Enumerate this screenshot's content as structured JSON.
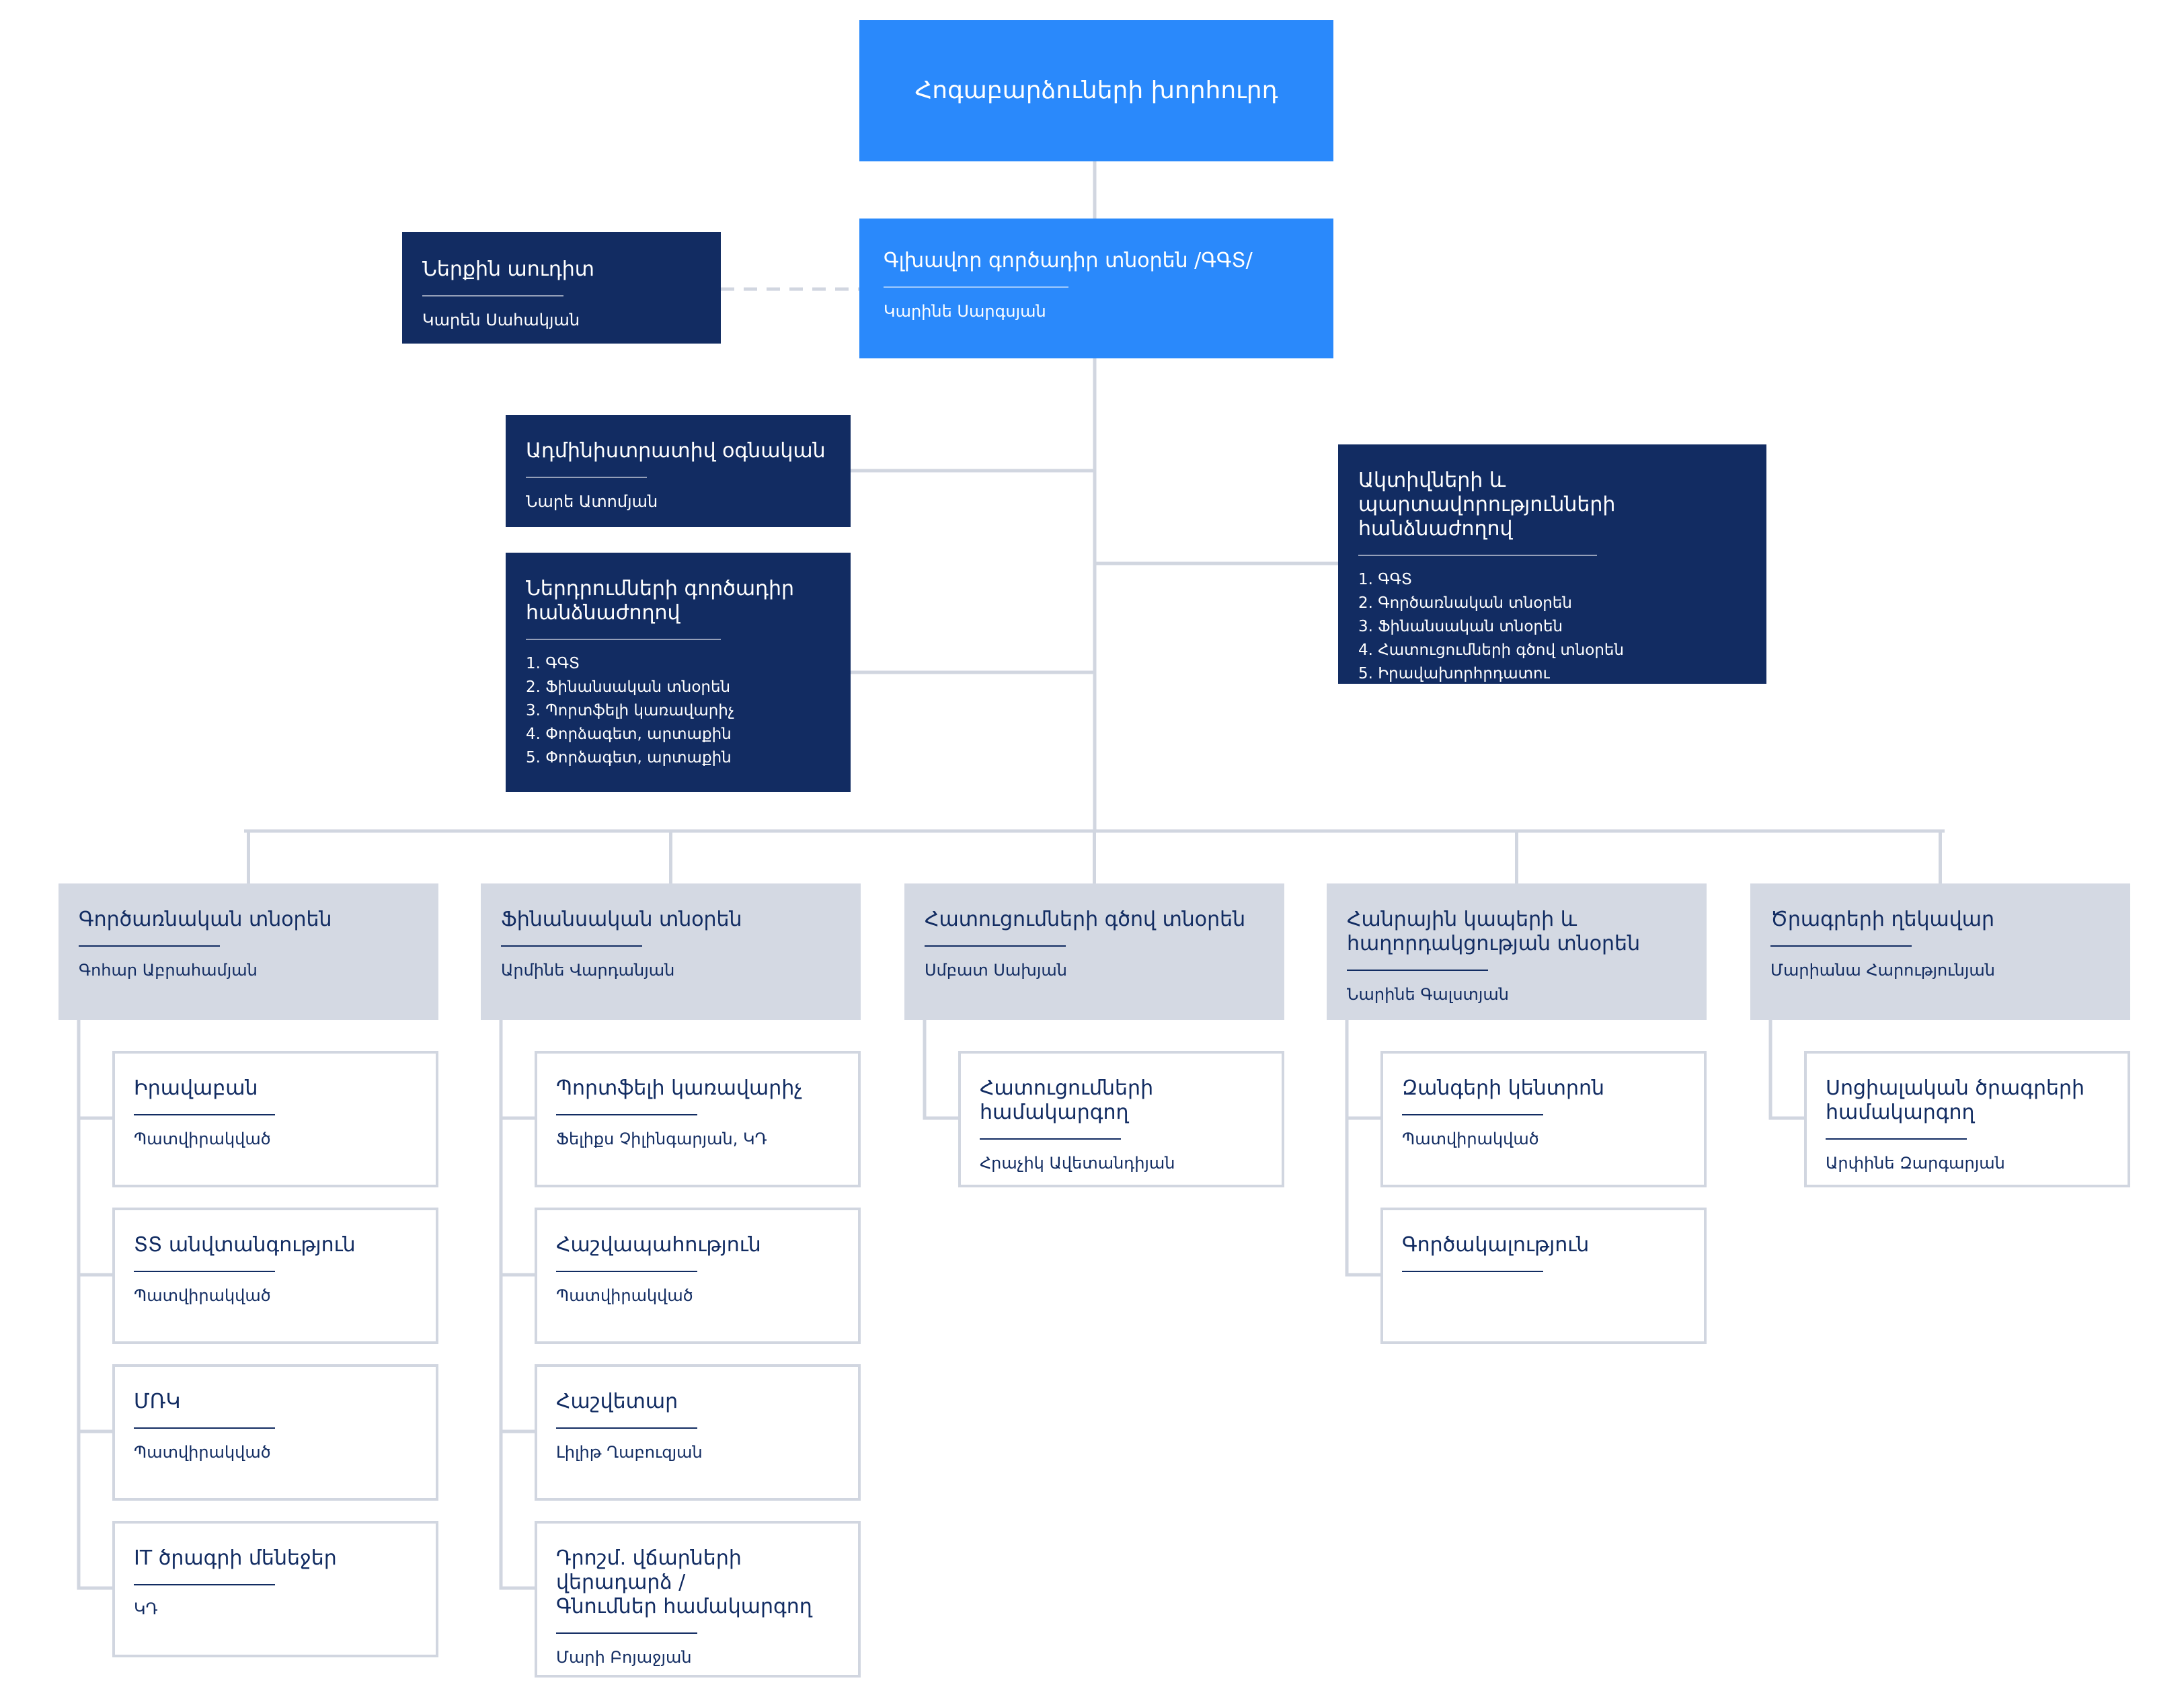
{
  "board": {
    "title": "Հոգաբարձուների խորհուրդ"
  },
  "ceo": {
    "title": "Գլխավոր գործադիր տնօրեն /ԳԳՏ/",
    "name": "Կարինե Սարգսյան"
  },
  "internal_audit": {
    "title": "Ներքին աուդիտ",
    "name": "Կարեն Սահակյան"
  },
  "admin_assistant": {
    "title": "Ադմինիստրատիվ օգնական",
    "name": "Նարե Ատոմյան"
  },
  "investment_committee": {
    "title": "Ներդրումների գործադիր\nհանձնաժողով",
    "items": [
      "1. ԳԳՏ",
      "2. Ֆինանսական տնօրեն",
      "3. Պորտֆելի կառավարիչ",
      "4. Փորձագետ, արտաքին",
      "5. Փորձագետ, արտաքին"
    ]
  },
  "alm_committee": {
    "title": "Ակտիվների և պարտավորությունների\nհանձնաժողով",
    "items": [
      "1. ԳԳՏ",
      "2. Գործառնական տնօրեն",
      "3. Ֆինանսական տնօրեն",
      "4. Հատուցումների գծով տնօրեն",
      "5. Իրավախորհրդատու"
    ]
  },
  "departments": [
    {
      "title": "Գործառնական տնօրեն",
      "name": "Գոհար Աբրահամյան",
      "children": [
        {
          "title": "Իրավաբան",
          "name": "Պատվիրակված"
        },
        {
          "title": "ՏՏ անվտանգություն",
          "name": "Պատվիրակված"
        },
        {
          "title": "ՄՌԿ",
          "name": "Պատվիրակված"
        },
        {
          "title": "IT ծրագրի մենեջեր",
          "name": "ԿԴ"
        }
      ]
    },
    {
      "title": "Ֆինանսական տնօրեն",
      "name": "Արմինե Վարդանյան",
      "children": [
        {
          "title": "Պորտֆելի կառավարիչ",
          "name": "Ֆելիքս Չիլինգարյան, ԿԴ"
        },
        {
          "title": "Հաշվապահություն",
          "name": "Պատվիրակված"
        },
        {
          "title": "Հաշվետար",
          "name": "Լիլիթ Ղաբուզյան"
        },
        {
          "title": "Դրոշմ. վճարների վերադարձ /\nԳնումներ համակարգող",
          "name": "Մարի Բոյաջյան"
        }
      ]
    },
    {
      "title": "Հատուցումների գծով տնօրեն",
      "name": "Սմբատ Սախյան",
      "children": [
        {
          "title": "Հատուցումների համակարգող",
          "name": "Հրաչիկ Ավետանդիյան"
        }
      ]
    },
    {
      "title": "Հանրային կապերի և\nհաղորդակցության տնօրեն",
      "name": "Նարինե Գալստյան",
      "children": [
        {
          "title": "Զանգերի կենտրոն",
          "name": "Պատվիրակված"
        },
        {
          "title": "Գործակալություն",
          "name": ""
        }
      ]
    },
    {
      "title": "Ծրագրերի ղեկավար",
      "name": "Մարիանա Հարությունյան",
      "children": [
        {
          "title": "Սոցիալական ծրագրերի\nհամակարգող",
          "name": "Արփինե Զարգարյան"
        }
      ]
    }
  ]
}
